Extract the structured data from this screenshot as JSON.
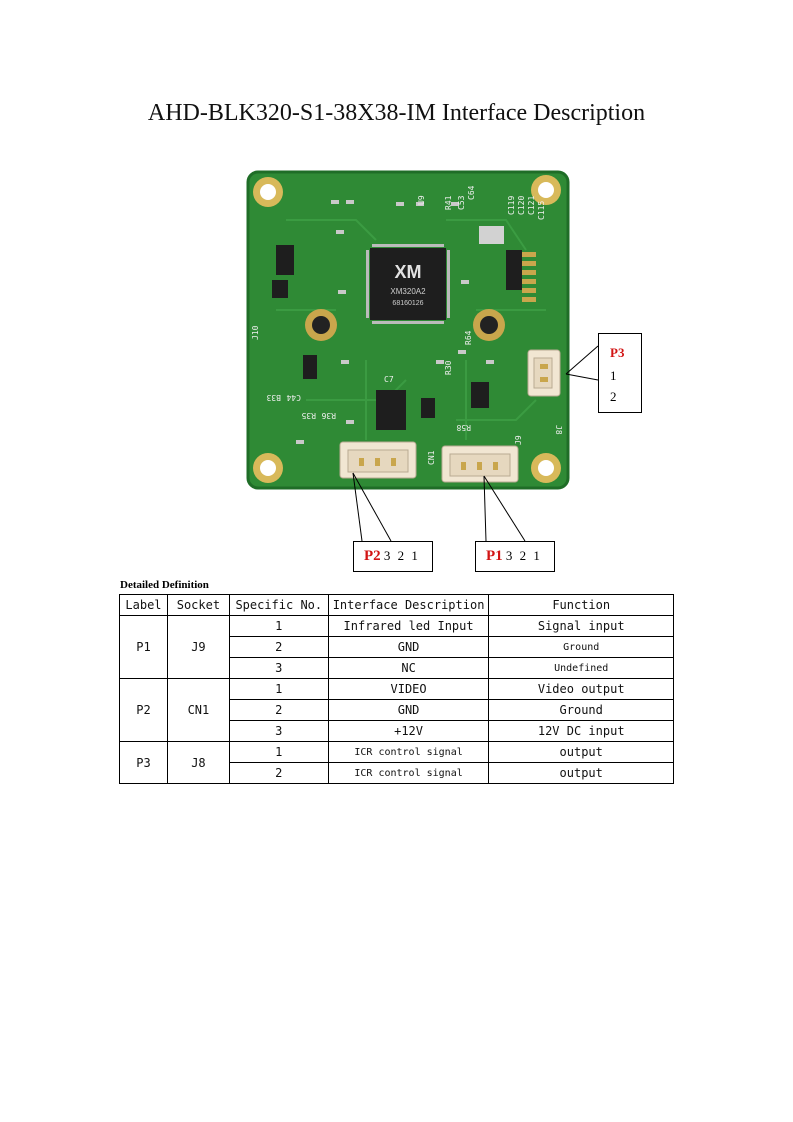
{
  "document": {
    "title": "AHD-BLK320-S1-38X38-IM Interface Description",
    "section_label": "Detailed Definition"
  },
  "board": {
    "chip_brand": "XM",
    "chip_model": "XM320A2",
    "chip_code": "68160126",
    "silkscreen": [
      "J10",
      "CN1",
      "J9",
      "J8",
      "R36",
      "R35",
      "C44",
      "B33",
      "U9",
      "R41",
      "C53",
      "C64",
      "C119",
      "C120",
      "C121",
      "C115",
      "R64",
      "R30",
      "C7",
      "R58"
    ],
    "colors": {
      "pcb": "#2f8a35",
      "pcb_dark": "#1f6d27",
      "pad": "#c9a64c",
      "connector": "#f1e6d2",
      "chip": "#1e1e1e",
      "callout_red": "#d21414"
    }
  },
  "callouts": {
    "p3": {
      "label": "P3",
      "pin1": "1",
      "pin2": "2"
    },
    "p2": {
      "label": "P2",
      "pins": "3 2 1"
    },
    "p1": {
      "label": "P1",
      "pins": "3 2 1"
    }
  },
  "table": {
    "headers": [
      "Label",
      "Socket",
      "Specific No.",
      "Interface Description",
      "Function"
    ],
    "groups": [
      {
        "label": "P1",
        "socket": "J9",
        "rows": [
          {
            "no": "1",
            "desc": "Infrared led Input",
            "func": "Signal input"
          },
          {
            "no": "2",
            "desc": "GND",
            "func": "Ground"
          },
          {
            "no": "3",
            "desc": "NC",
            "func": "Undefined"
          }
        ]
      },
      {
        "label": "P2",
        "socket": "CN1",
        "rows": [
          {
            "no": "1",
            "desc": "VIDEO",
            "func": "Video output"
          },
          {
            "no": "2",
            "desc": "GND",
            "func": "Ground"
          },
          {
            "no": "3",
            "desc": "+12V",
            "func": "12V DC input"
          }
        ]
      },
      {
        "label": "P3",
        "socket": "J8",
        "rows": [
          {
            "no": "1",
            "desc": "ICR control signal",
            "func": "output"
          },
          {
            "no": "2",
            "desc": "ICR control signal",
            "func": "output"
          }
        ]
      }
    ]
  }
}
